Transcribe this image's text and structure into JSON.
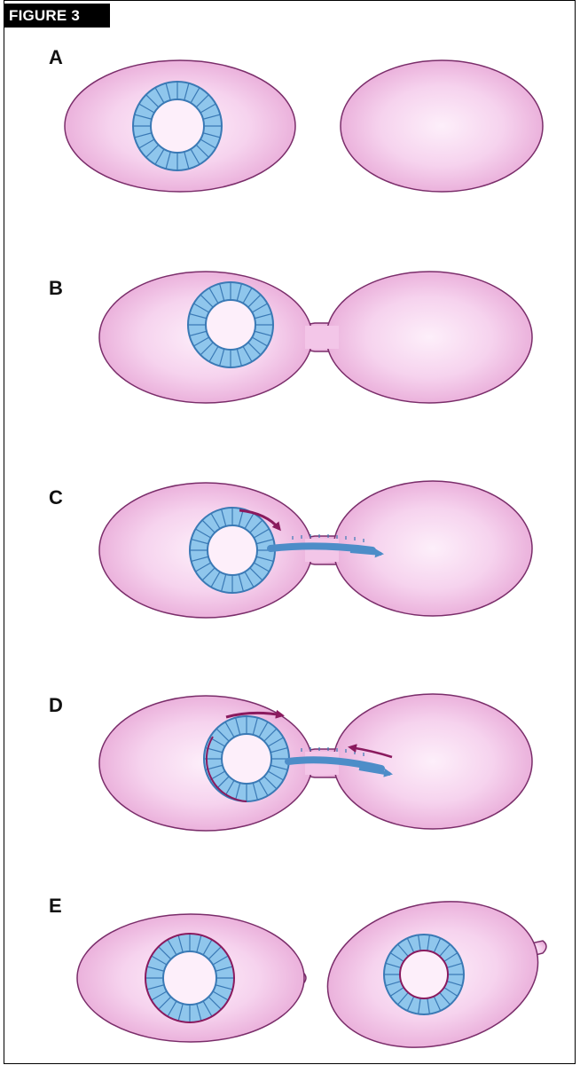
{
  "figure_label": "FIGURE 3",
  "panels": [
    {
      "letter": "A"
    },
    {
      "letter": "B"
    },
    {
      "letter": "C"
    },
    {
      "letter": "D"
    },
    {
      "letter": "E"
    }
  ],
  "colors": {
    "cell_fill": "#f3c6e8",
    "cell_fill_highlight": "#fdeffa",
    "cell_outline": "#7a2d6a",
    "plasmid_fill": "#8fc6ec",
    "plasmid_stroke": "#3a79b5",
    "new_strand": "#8a1a5e",
    "transfer_arrow": "#4d8dc8"
  },
  "icons": {
    "plasmid": "circular-plasmid-icon",
    "pilus": "sex-pilus-icon",
    "arrow": "direction-arrow-icon"
  }
}
